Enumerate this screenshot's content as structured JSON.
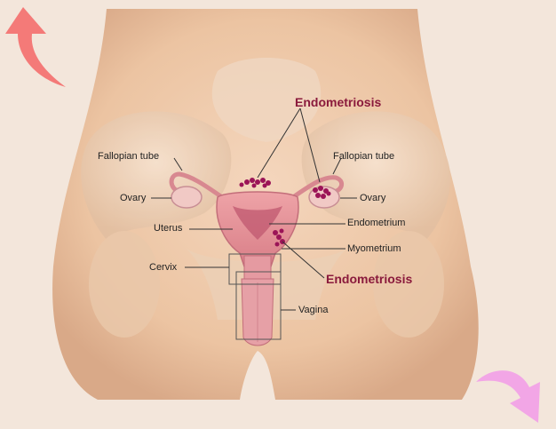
{
  "labels": {
    "endometriosis_top": "Endometriosis",
    "endometriosis_right": "Endometriosis",
    "fallopian_tube_left": "Fallopian tube",
    "fallopian_tube_right": "Fallopian tube",
    "ovary_left": "Ovary",
    "ovary_right": "Ovary",
    "uterus": "Uterus",
    "endometrium": "Endometrium",
    "myometrium": "Myometrium",
    "cervix": "Cervix",
    "vagina": "Vagina"
  },
  "navigation": {
    "prev_icon": "curved-arrow-up-left-icon",
    "next_icon": "curved-arrow-down-right-icon",
    "prev_color": "#f47a78",
    "next_color": "#f2a6e6"
  },
  "colors": {
    "skin": "#efc9a8",
    "organ": "#e79aa0",
    "lesion": "#9b1457",
    "label_highlight": "#8a1a3c"
  }
}
